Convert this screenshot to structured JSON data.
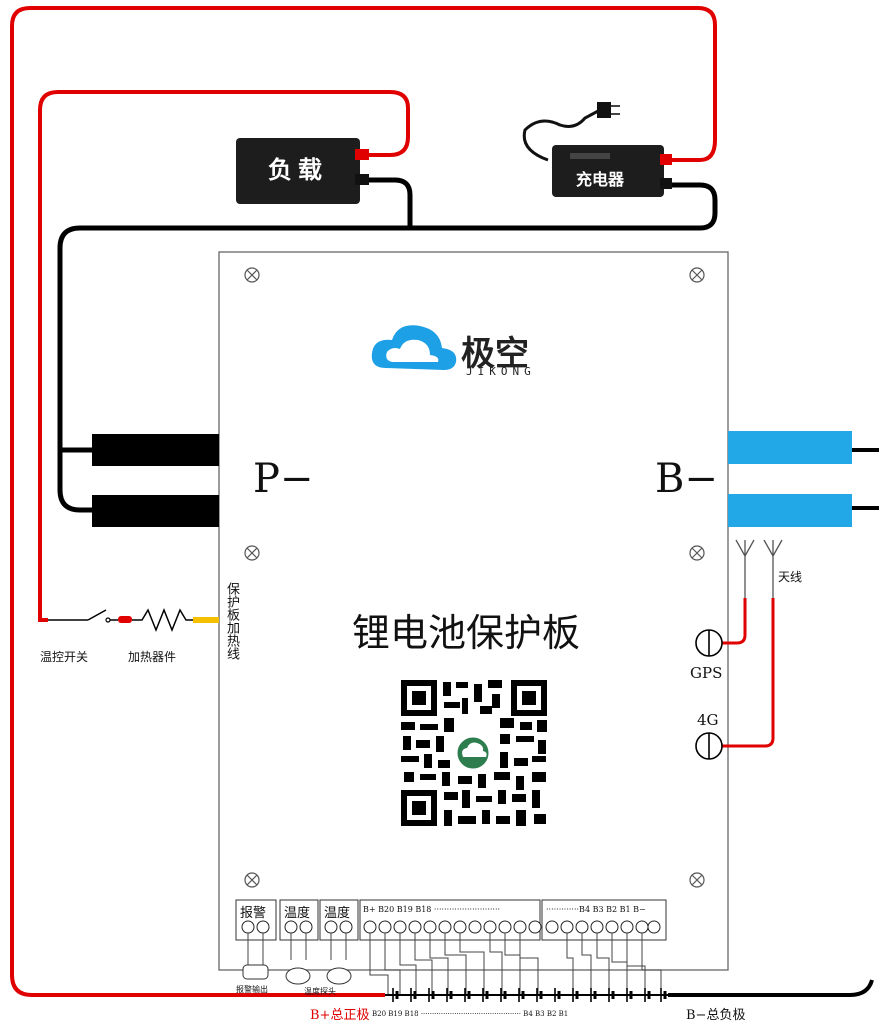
{
  "devices": {
    "load_label": "负载",
    "charger_label": "充电器"
  },
  "board": {
    "brand_cn": "极空",
    "brand_en": "JIKONG",
    "title": "锂电池保护板",
    "p_minus": "P−",
    "b_minus": "B−",
    "heater_line_label": "保护板加热线",
    "antenna_label": "天线",
    "gps_label": "GPS",
    "lte_label": "4G"
  },
  "left_components": {
    "thermo_switch": "温控开关",
    "heater": "加热器件"
  },
  "terminals": {
    "alarm": "报警",
    "temp1": "温度",
    "temp2": "温度",
    "cell_header_left": "B+  B20  B19  B18  ··························",
    "cell_header_right": "·············B4  B3   B2   B1  B−",
    "alarm_output": "报警输出",
    "temp_probe": "温度探头"
  },
  "bottom": {
    "b_plus_label": "B+总正极",
    "b_minus_label": "B−总负极",
    "cell_labels": "B20 B19  B18 ·············································  B4   B3   B2   B1"
  },
  "colors": {
    "positive_wire": "#e00000",
    "negative_wire": "#000000",
    "b_bus": "#22a8e6",
    "heater_wire": "#f5c000",
    "logo_blue": "#1ea0e6"
  }
}
